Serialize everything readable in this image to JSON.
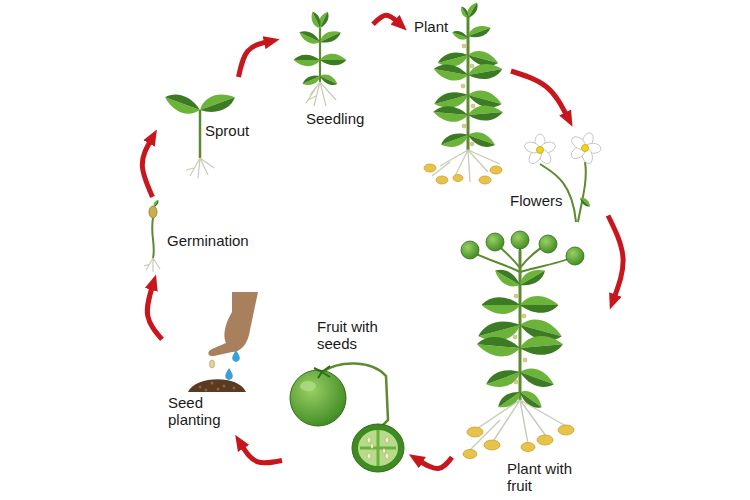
{
  "diagram": {
    "nodes": [
      {
        "text": [
          "Seed planting"
        ]
      },
      {
        "text": [
          "Germination"
        ]
      },
      {
        "text": [
          "Sprout"
        ]
      },
      {
        "text": [
          "Seedling"
        ]
      },
      {
        "text": [
          "Plant"
        ]
      },
      {
        "text": [
          "Flowers"
        ]
      },
      {
        "text": [
          "Plant with fruit"
        ]
      },
      {
        "text": [
          "Fruit with seeds"
        ]
      }
    ],
    "edges": [
      {
        "from": 0,
        "to": 1,
        "arrow": "to"
      },
      {
        "from": 1,
        "to": 2,
        "arrow": "to"
      },
      {
        "from": 2,
        "to": 3,
        "arrow": "to"
      },
      {
        "from": 3,
        "to": 4,
        "arrow": "to"
      },
      {
        "from": 4,
        "to": 5,
        "arrow": "to"
      },
      {
        "from": 5,
        "to": 6,
        "arrow": "to"
      },
      {
        "from": 6,
        "to": 7,
        "arrow": "to"
      },
      {
        "from": 7,
        "to": 0,
        "arrow": "to"
      }
    ]
  }
}
